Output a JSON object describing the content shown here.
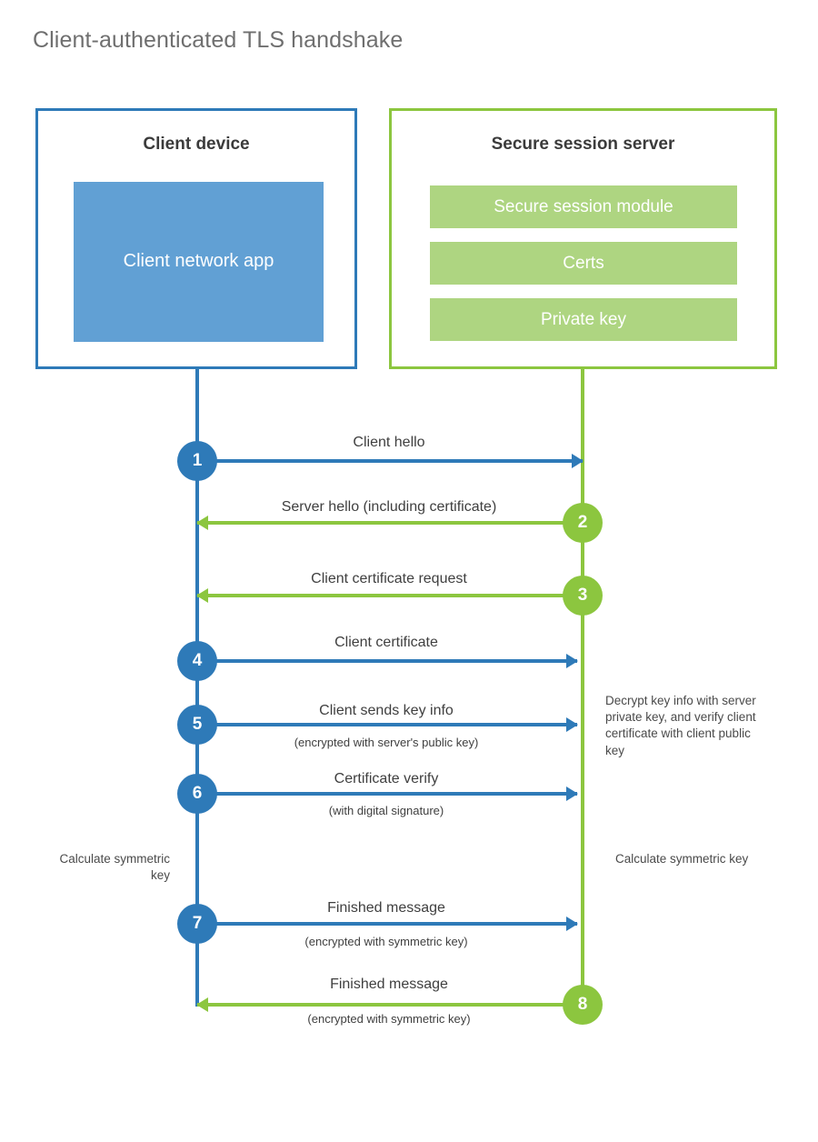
{
  "title": "Client-authenticated TLS handshake",
  "colors": {
    "client_blue": "#2e7ab8",
    "client_app_fill": "#61a0d4",
    "server_green": "#8cc63f",
    "server_item_fill": "#aed581",
    "title_gray": "#6f6f6f",
    "text_dark": "#3b3b3b"
  },
  "actors": {
    "client": {
      "title": "Client device",
      "component": "Client network app"
    },
    "server": {
      "title": "Secure session server",
      "components": [
        "Secure session module",
        "Certs",
        "Private key"
      ]
    }
  },
  "steps": [
    {
      "number": "1",
      "label": "Client hello",
      "sublabel": "",
      "direction": "client-to-server"
    },
    {
      "number": "2",
      "label": "Server hello (including certificate)",
      "sublabel": "",
      "direction": "server-to-client"
    },
    {
      "number": "3",
      "label": "Client certificate request",
      "sublabel": "",
      "direction": "server-to-client"
    },
    {
      "number": "4",
      "label": "Client certificate",
      "sublabel": "",
      "direction": "client-to-server"
    },
    {
      "number": "5",
      "label": "Client sends key info",
      "sublabel": "(encrypted with server's public key)",
      "direction": "client-to-server"
    },
    {
      "number": "6",
      "label": "Certificate verify",
      "sublabel": "(with digital signature)",
      "direction": "client-to-server"
    },
    {
      "number": "7",
      "label": "Finished message",
      "sublabel": "(encrypted with symmetric key)",
      "direction": "client-to-server"
    },
    {
      "number": "8",
      "label": "Finished message",
      "sublabel": "(encrypted with symmetric key)",
      "direction": "server-to-client"
    }
  ],
  "notes": {
    "server_decrypt": "Decrypt key info with server private key, and verify client certificate with client public key",
    "client_calculate": "Calculate symmetric key",
    "server_calculate": "Calculate symmetric key"
  }
}
